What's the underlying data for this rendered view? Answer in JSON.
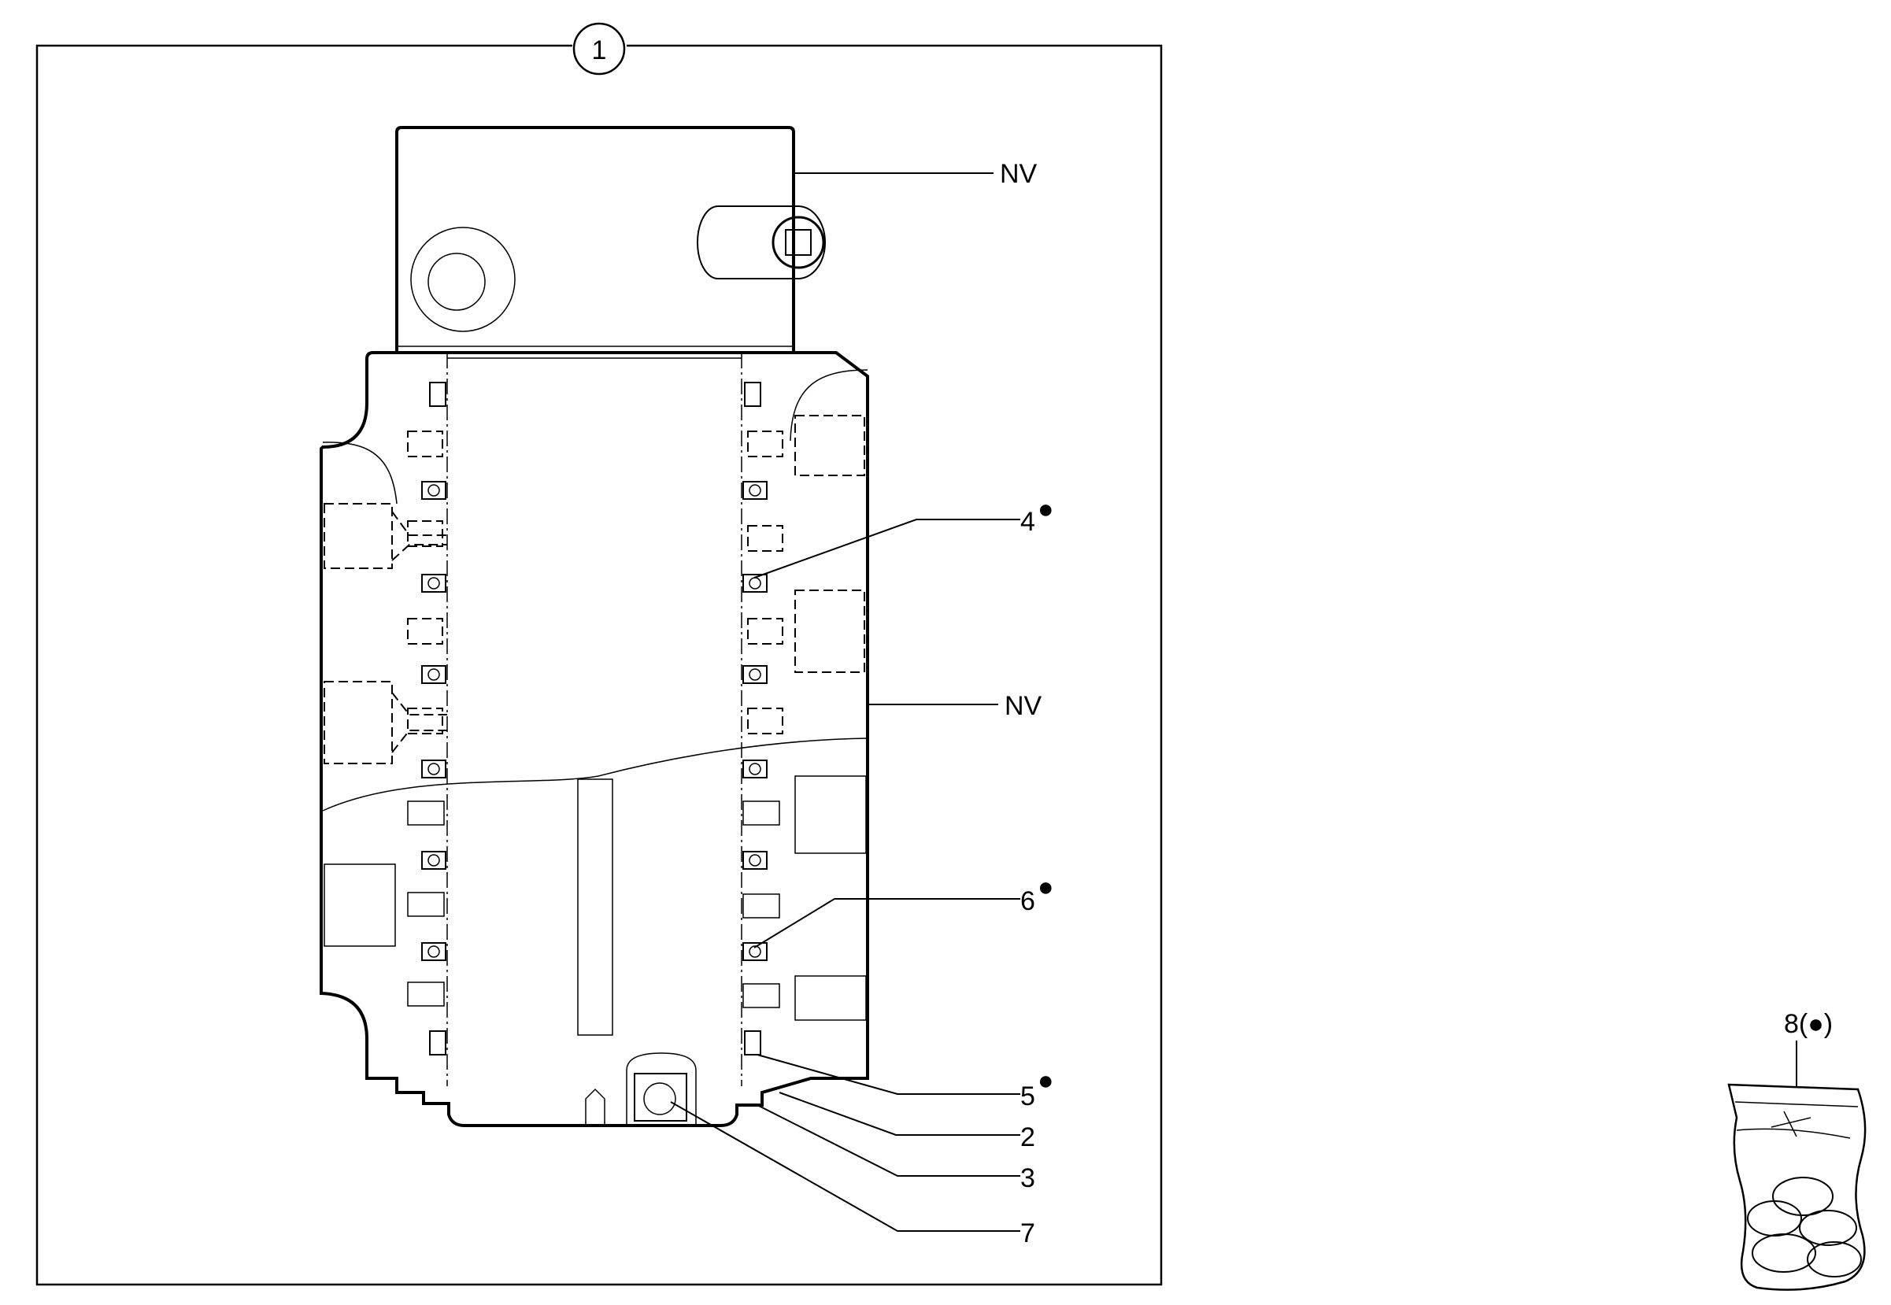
{
  "callouts": {
    "assembly": "1",
    "nv_top": "NV",
    "nv_mid": "NV",
    "c4": "4",
    "c6": "6",
    "c5": "5",
    "c2": "2",
    "c3": "3",
    "c7": "7",
    "kit": "8(●)"
  },
  "markers": {
    "dot": "●"
  },
  "colors": {
    "stroke": "#000000",
    "background": "#ffffff"
  }
}
